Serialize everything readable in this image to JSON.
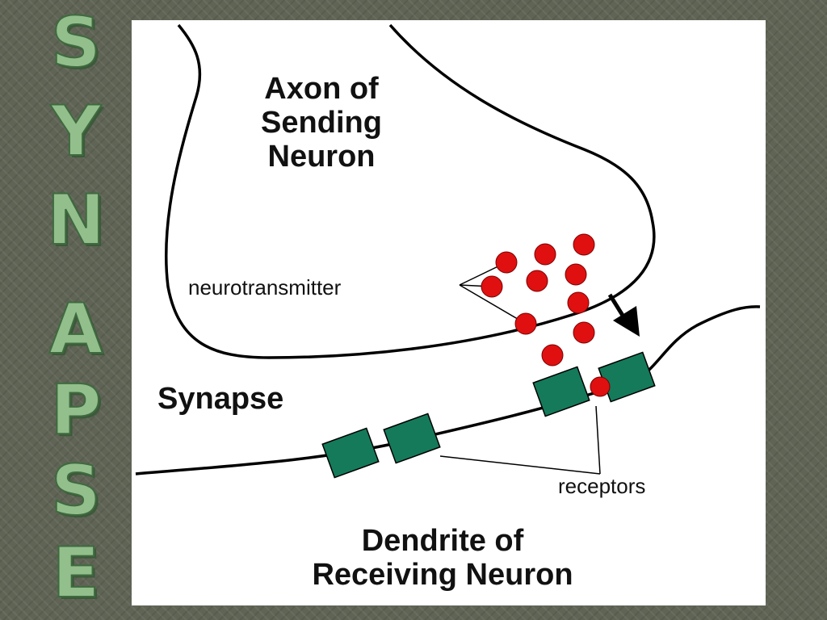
{
  "side_title": [
    "S",
    "Y",
    "N",
    "A",
    "P",
    "S",
    "E"
  ],
  "diagram": {
    "axon_label_lines": [
      "Axon of",
      "Sending",
      "Neuron"
    ],
    "neurotransmitter_label": "neurotransmitter",
    "synapse_label": "Synapse",
    "receptors_label": "receptors",
    "dendrite_label_lines": [
      "Dendrite of",
      "Receiving Neuron"
    ]
  },
  "colors": {
    "background": "#5f6455",
    "title_fill": "#93bf8c",
    "neurotransmitter": "#e01010",
    "receptor": "#147a5a",
    "line": "#000000"
  }
}
